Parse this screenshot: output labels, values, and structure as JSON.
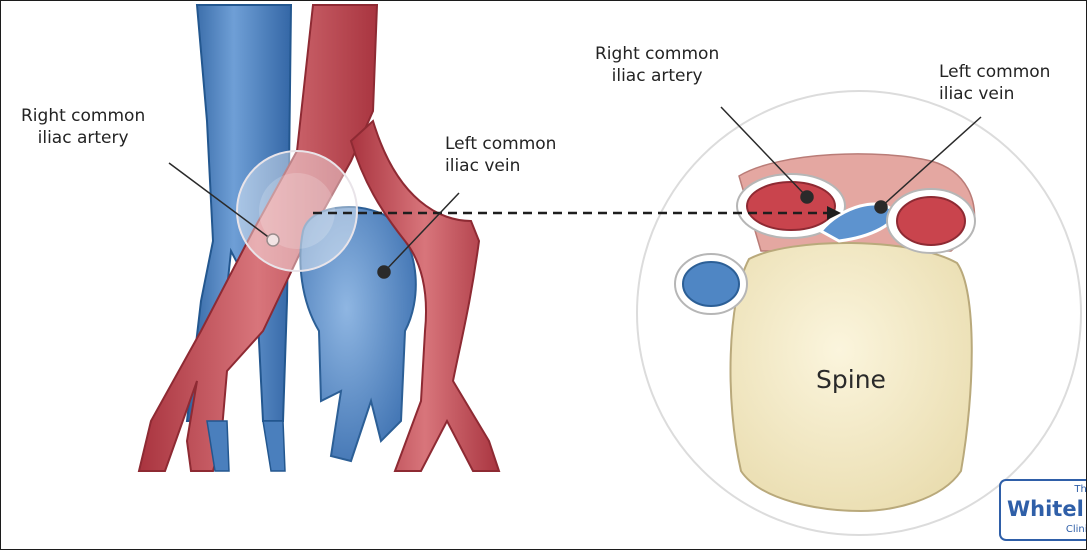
{
  "labels": {
    "left_artery": [
      "Right common",
      "iliac artery"
    ],
    "left_vein": [
      "Left common",
      "iliac vein"
    ],
    "right_artery": [
      "Right common",
      "iliac artery"
    ],
    "right_vein": [
      "Left common",
      "iliac vein"
    ],
    "spine": "Spine"
  },
  "logo": {
    "the": "The",
    "main": "Whitel",
    "sub": "Clinic"
  },
  "colors": {
    "artery": "#c1464f",
    "artery_dark": "#8e2a33",
    "vein": "#4f86c4",
    "vein_dark": "#2c5f96",
    "bone": "#f3e9c3",
    "brand": "#2f5fa8"
  }
}
